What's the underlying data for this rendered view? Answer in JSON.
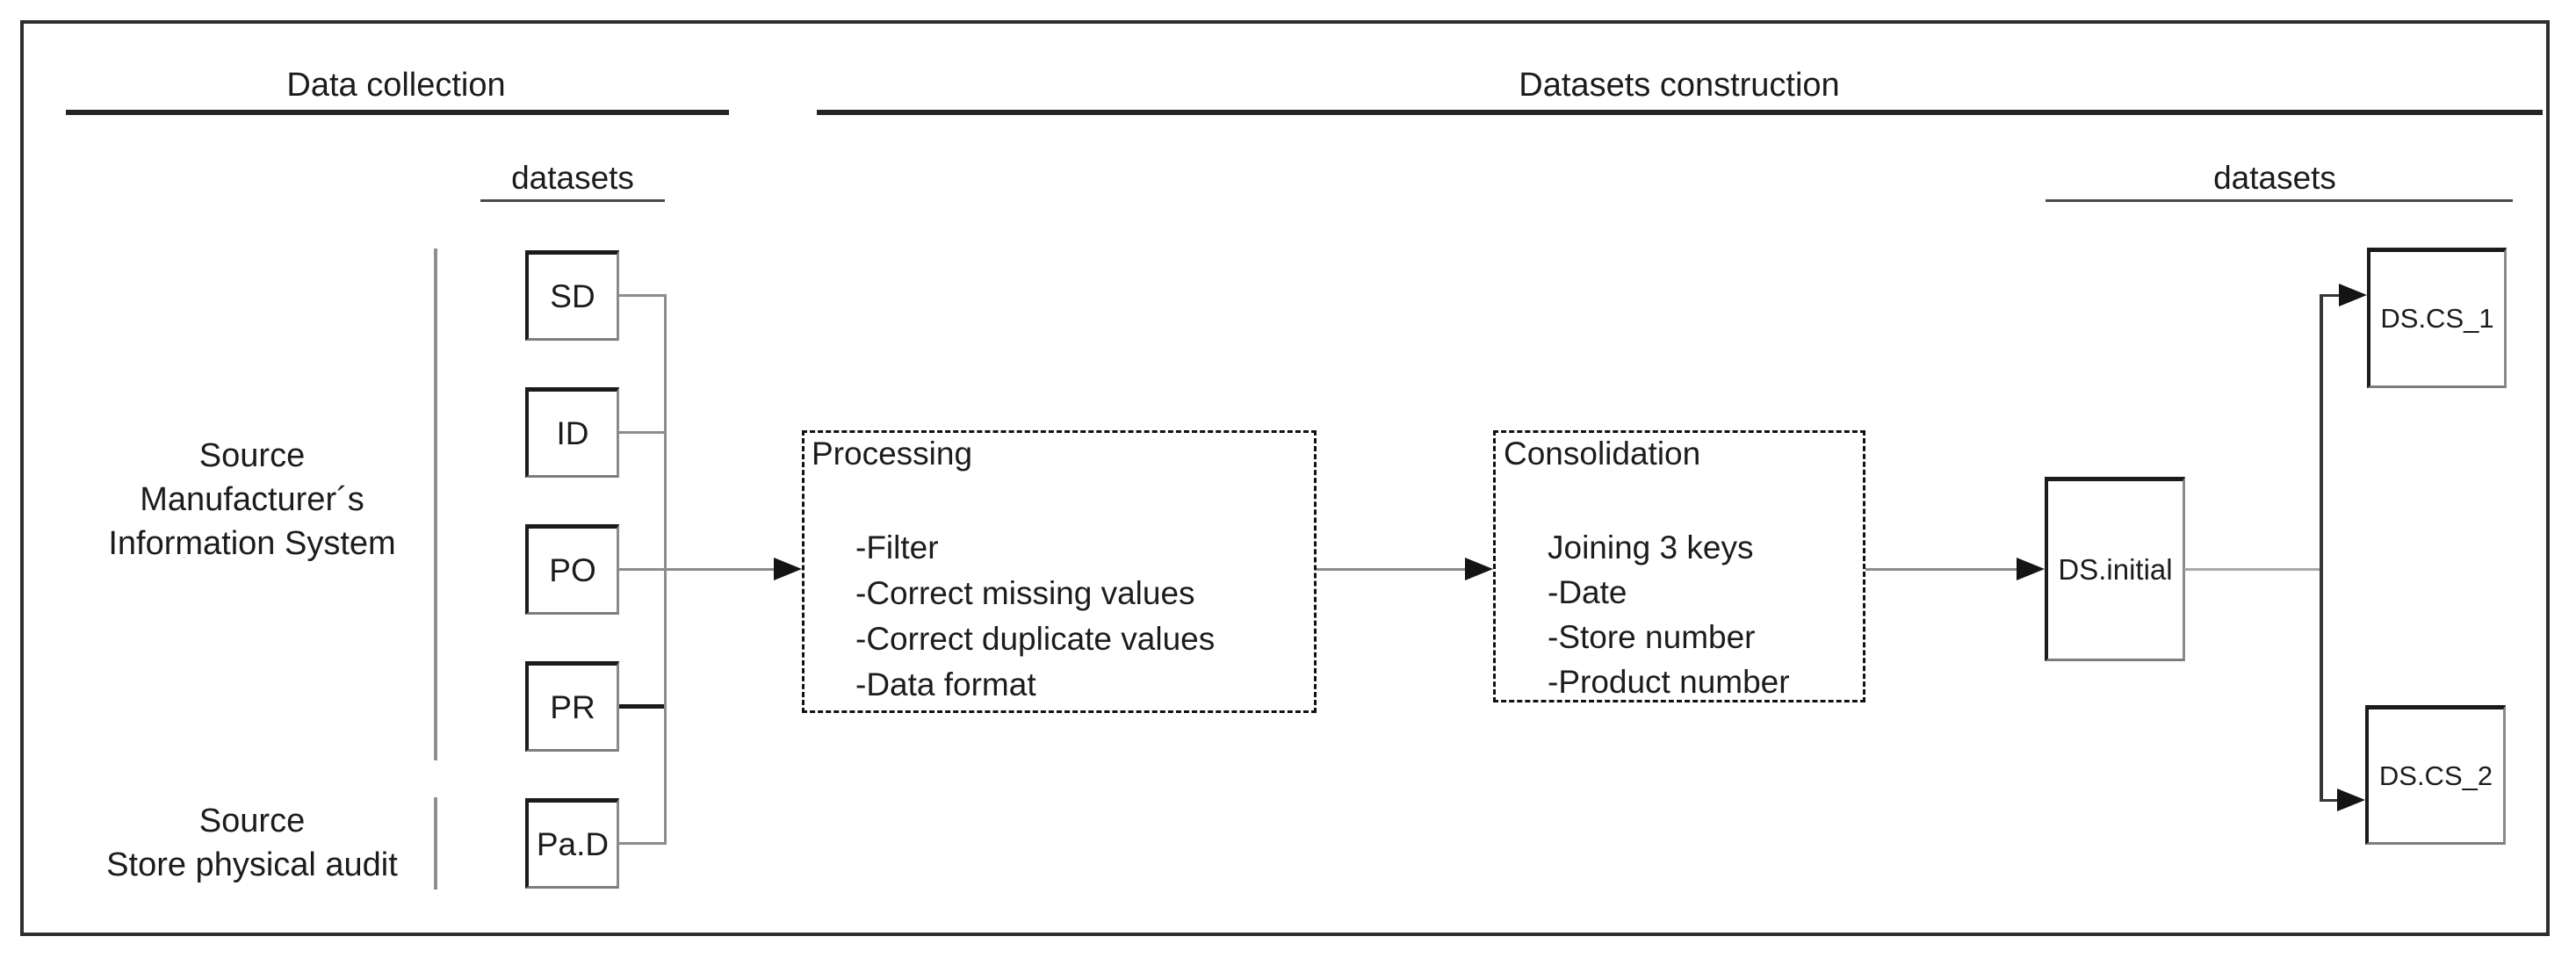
{
  "headers": {
    "data_collection": "Data collection",
    "datasets_construction": "Datasets construction",
    "datasets_left": "datasets",
    "datasets_right": "datasets"
  },
  "sources": {
    "manufacturer": [
      "Source",
      "Manufacturer´s",
      "Information System"
    ],
    "store_audit": [
      "Source",
      "Store physical audit"
    ]
  },
  "input_datasets": [
    {
      "label": "SD"
    },
    {
      "label": "ID"
    },
    {
      "label": "PO"
    },
    {
      "label": "PR"
    },
    {
      "label": "Pa.D"
    }
  ],
  "processing": {
    "title": "Processing",
    "items": [
      "-Filter",
      "-Correct missing values",
      "-Correct duplicate values",
      "-Data format"
    ]
  },
  "consolidation": {
    "title": "Consolidation",
    "items": [
      "Joining 3 keys",
      "-Date",
      "-Store number",
      "-Product number"
    ]
  },
  "outputs": {
    "initial": "DS.initial",
    "cs1": "DS.CS_1",
    "cs2": "DS.CS_2"
  },
  "colors": {
    "text": "#1c1c1c",
    "connector_gray": "#8c8c8c",
    "connector_dark": "#363636",
    "border_dark": "#1b1b1b"
  }
}
